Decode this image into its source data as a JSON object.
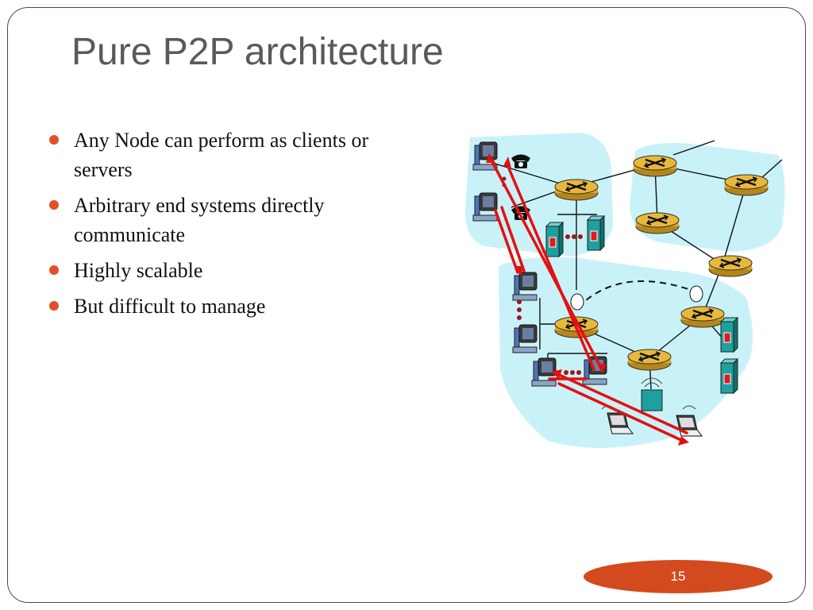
{
  "slide": {
    "title": "Pure P2P architecture",
    "bullets": [
      "Any Node can perform as clients or servers",
      "Arbitrary end systems directly communicate",
      "Highly scalable",
      "But difficult to manage"
    ],
    "page_number": "15"
  },
  "diagram": {
    "icons": [
      "desktop-computer-icon",
      "telephone-icon",
      "router-icon",
      "server-icon",
      "laptop-icon",
      "wireless-access-point-icon",
      "satellite-dish-icon"
    ],
    "colors": {
      "network_bg": "#c8f2f8",
      "router_fill": "#d9a72a",
      "link_line": "#111111",
      "p2p_arrow": "#e41010",
      "server_fill": "#1fa0a0",
      "dots": "#9a1a1a"
    }
  },
  "theme": {
    "bullet_color": "#e0512a",
    "badge_color": "#d44a1f",
    "title_color": "#5a5a5a"
  }
}
